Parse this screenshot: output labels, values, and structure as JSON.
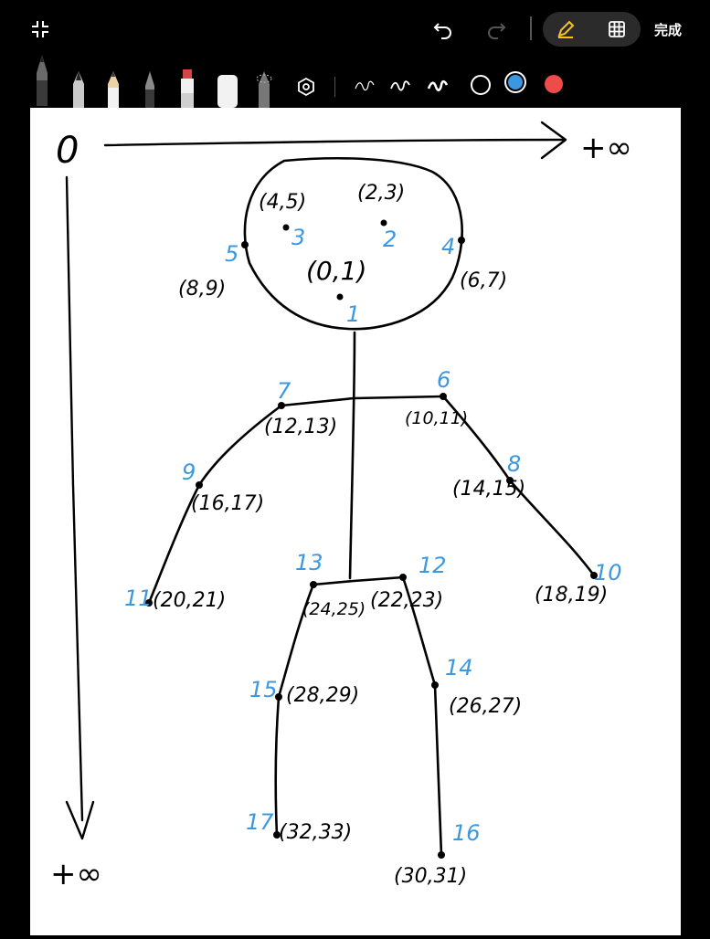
{
  "topbar": {
    "done_label": "完成",
    "icons": [
      "collapse-icon",
      "undo-icon",
      "redo-icon",
      "pen-mode-icon",
      "grid-icon"
    ]
  },
  "toolbar": {
    "tools": [
      "ballpoint-pen-icon",
      "fountain-pen-icon",
      "pencil-icon",
      "marker-icon",
      "highlighter-icon",
      "eraser-icon",
      "lasso-icon",
      "settings-icon"
    ],
    "strokes": [
      "stroke-thin-icon",
      "stroke-medium-icon",
      "stroke-thick-icon"
    ],
    "colors": [
      "#000000",
      "#3b98e0",
      "#ee4b4b"
    ]
  },
  "drawing": {
    "origin_label": "0",
    "x_axis_label": "+∞",
    "y_axis_label": "+∞",
    "keypoints": [
      {
        "id": "1",
        "coords": "(0,1)"
      },
      {
        "id": "2",
        "coords": "(2,3)"
      },
      {
        "id": "3",
        "coords": "(4,5)"
      },
      {
        "id": "4",
        "coords": "(6,7)"
      },
      {
        "id": "5",
        "coords": "(8,9)"
      },
      {
        "id": "6",
        "coords": "(10,11)"
      },
      {
        "id": "7",
        "coords": "(12,13)"
      },
      {
        "id": "8",
        "coords": "(14,15)"
      },
      {
        "id": "9",
        "coords": "(16,17)"
      },
      {
        "id": "10",
        "coords": "(18,19)"
      },
      {
        "id": "11",
        "coords": "(20,21)"
      },
      {
        "id": "12",
        "coords": "(22,23)"
      },
      {
        "id": "13",
        "coords": "(24,25)"
      },
      {
        "id": "14",
        "coords": "(26,27)"
      },
      {
        "id": "15",
        "coords": "(28,29)"
      },
      {
        "id": "16",
        "coords": "(30,31)"
      },
      {
        "id": "17",
        "coords": "(32,33)"
      }
    ]
  }
}
